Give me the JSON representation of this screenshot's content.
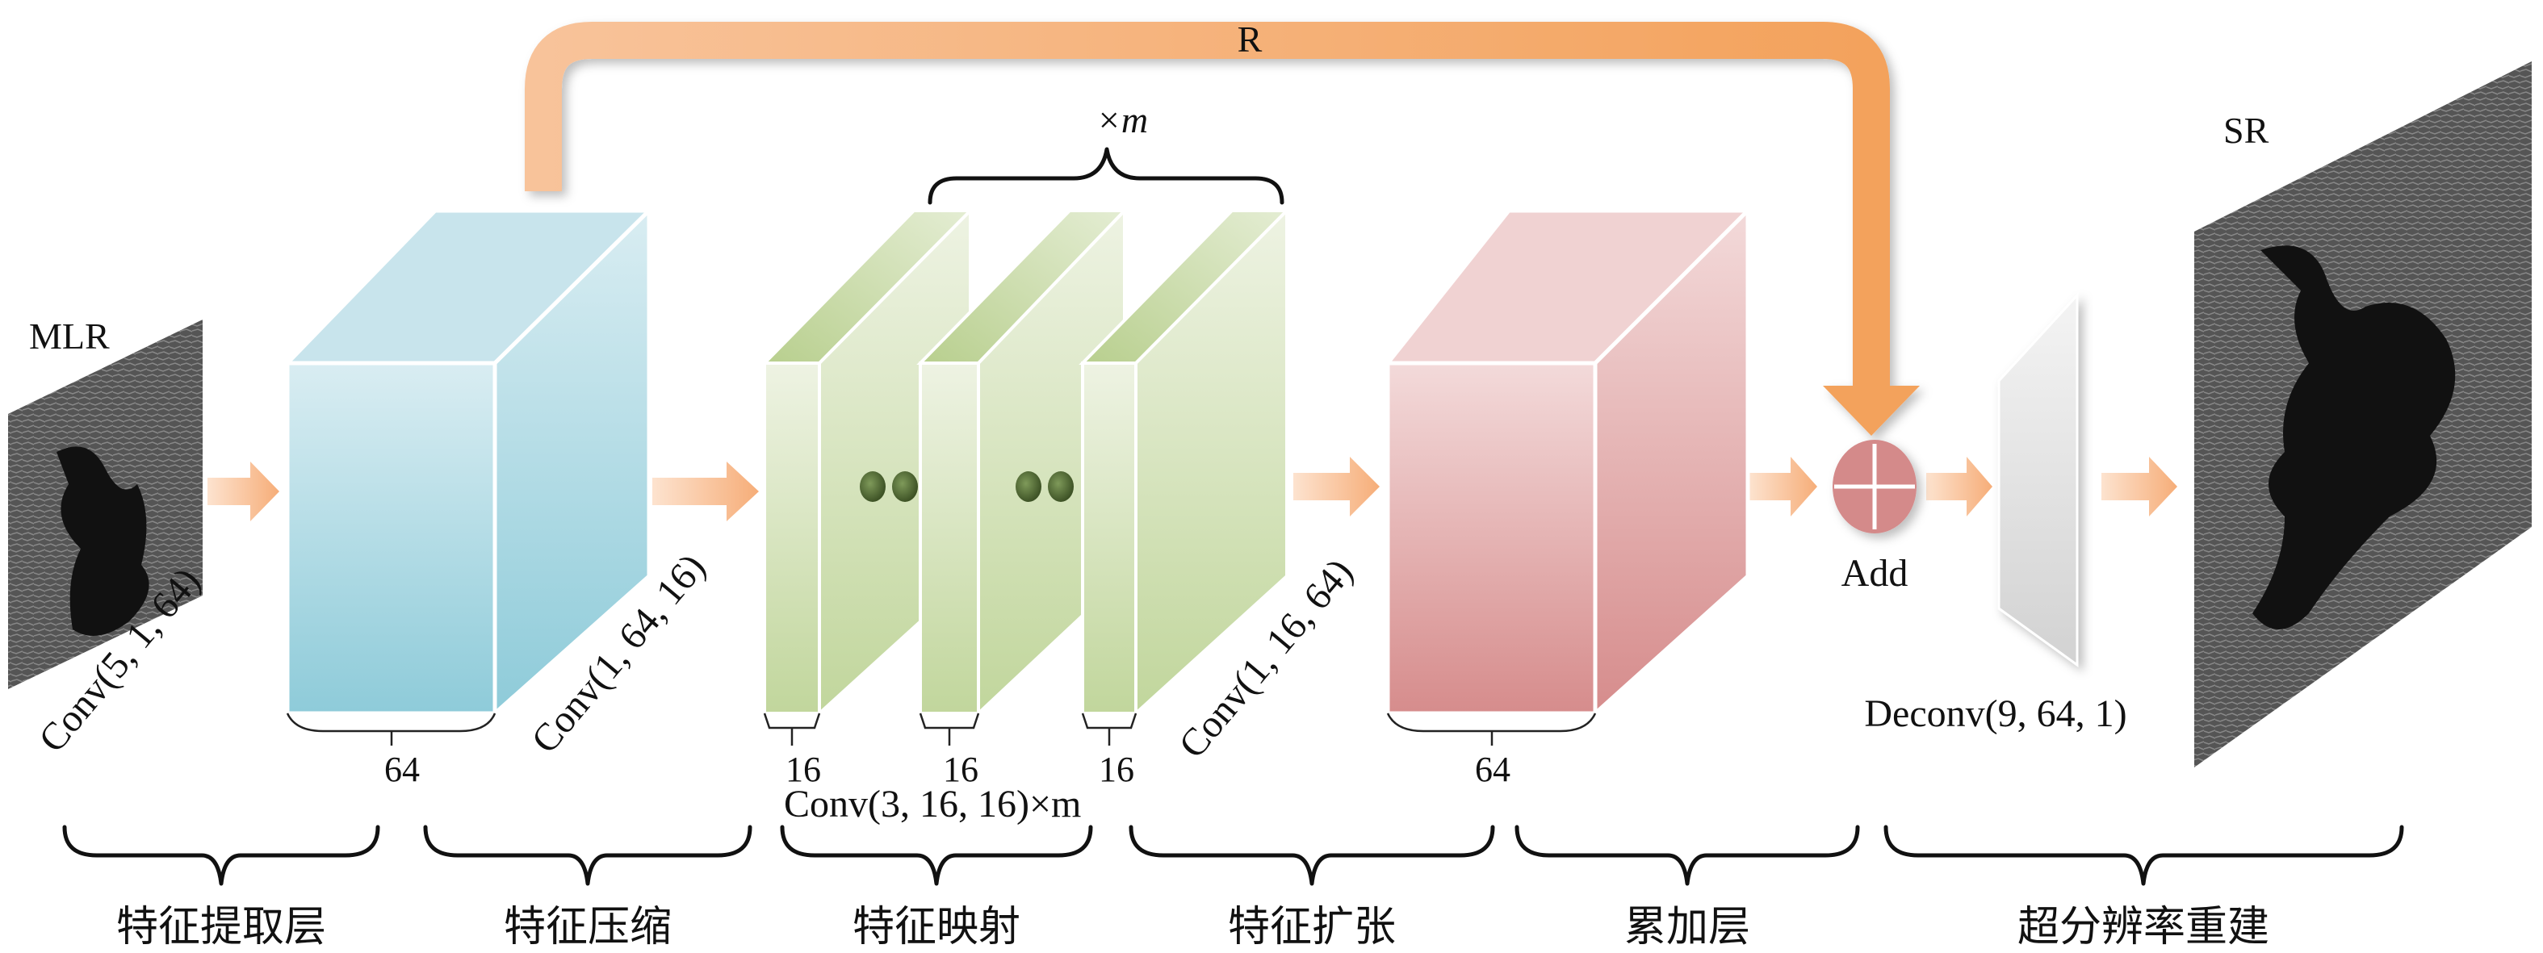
{
  "colors": {
    "skip": "#f4a460",
    "arrow": "#f7b98a",
    "blue_cube": "#8ecbd9",
    "green_slab": "#c3d7a0",
    "red_cube": "#d88f8f",
    "add_node": "#d48a8a",
    "deconv_plane": "#d9d9d9"
  },
  "labels": {
    "input": "MLR",
    "output": "SR",
    "skip": "R",
    "repeat_top": "×m",
    "conv1": "Conv(5, 1, 64)",
    "conv2": "Conv(1, 64, 16)",
    "conv3": "Conv(3, 16, 16)×m",
    "conv4": "Conv(1, 16, 64)",
    "deconv": "Deconv(9, 64, 1)",
    "add": "Add",
    "width_blue": "64",
    "width_green": [
      "16",
      "16",
      "16"
    ],
    "width_red": "64"
  },
  "stages": [
    "特征提取层",
    "特征压缩",
    "特征映射",
    "特征扩张",
    "累加层",
    "超分辨率重建"
  ]
}
